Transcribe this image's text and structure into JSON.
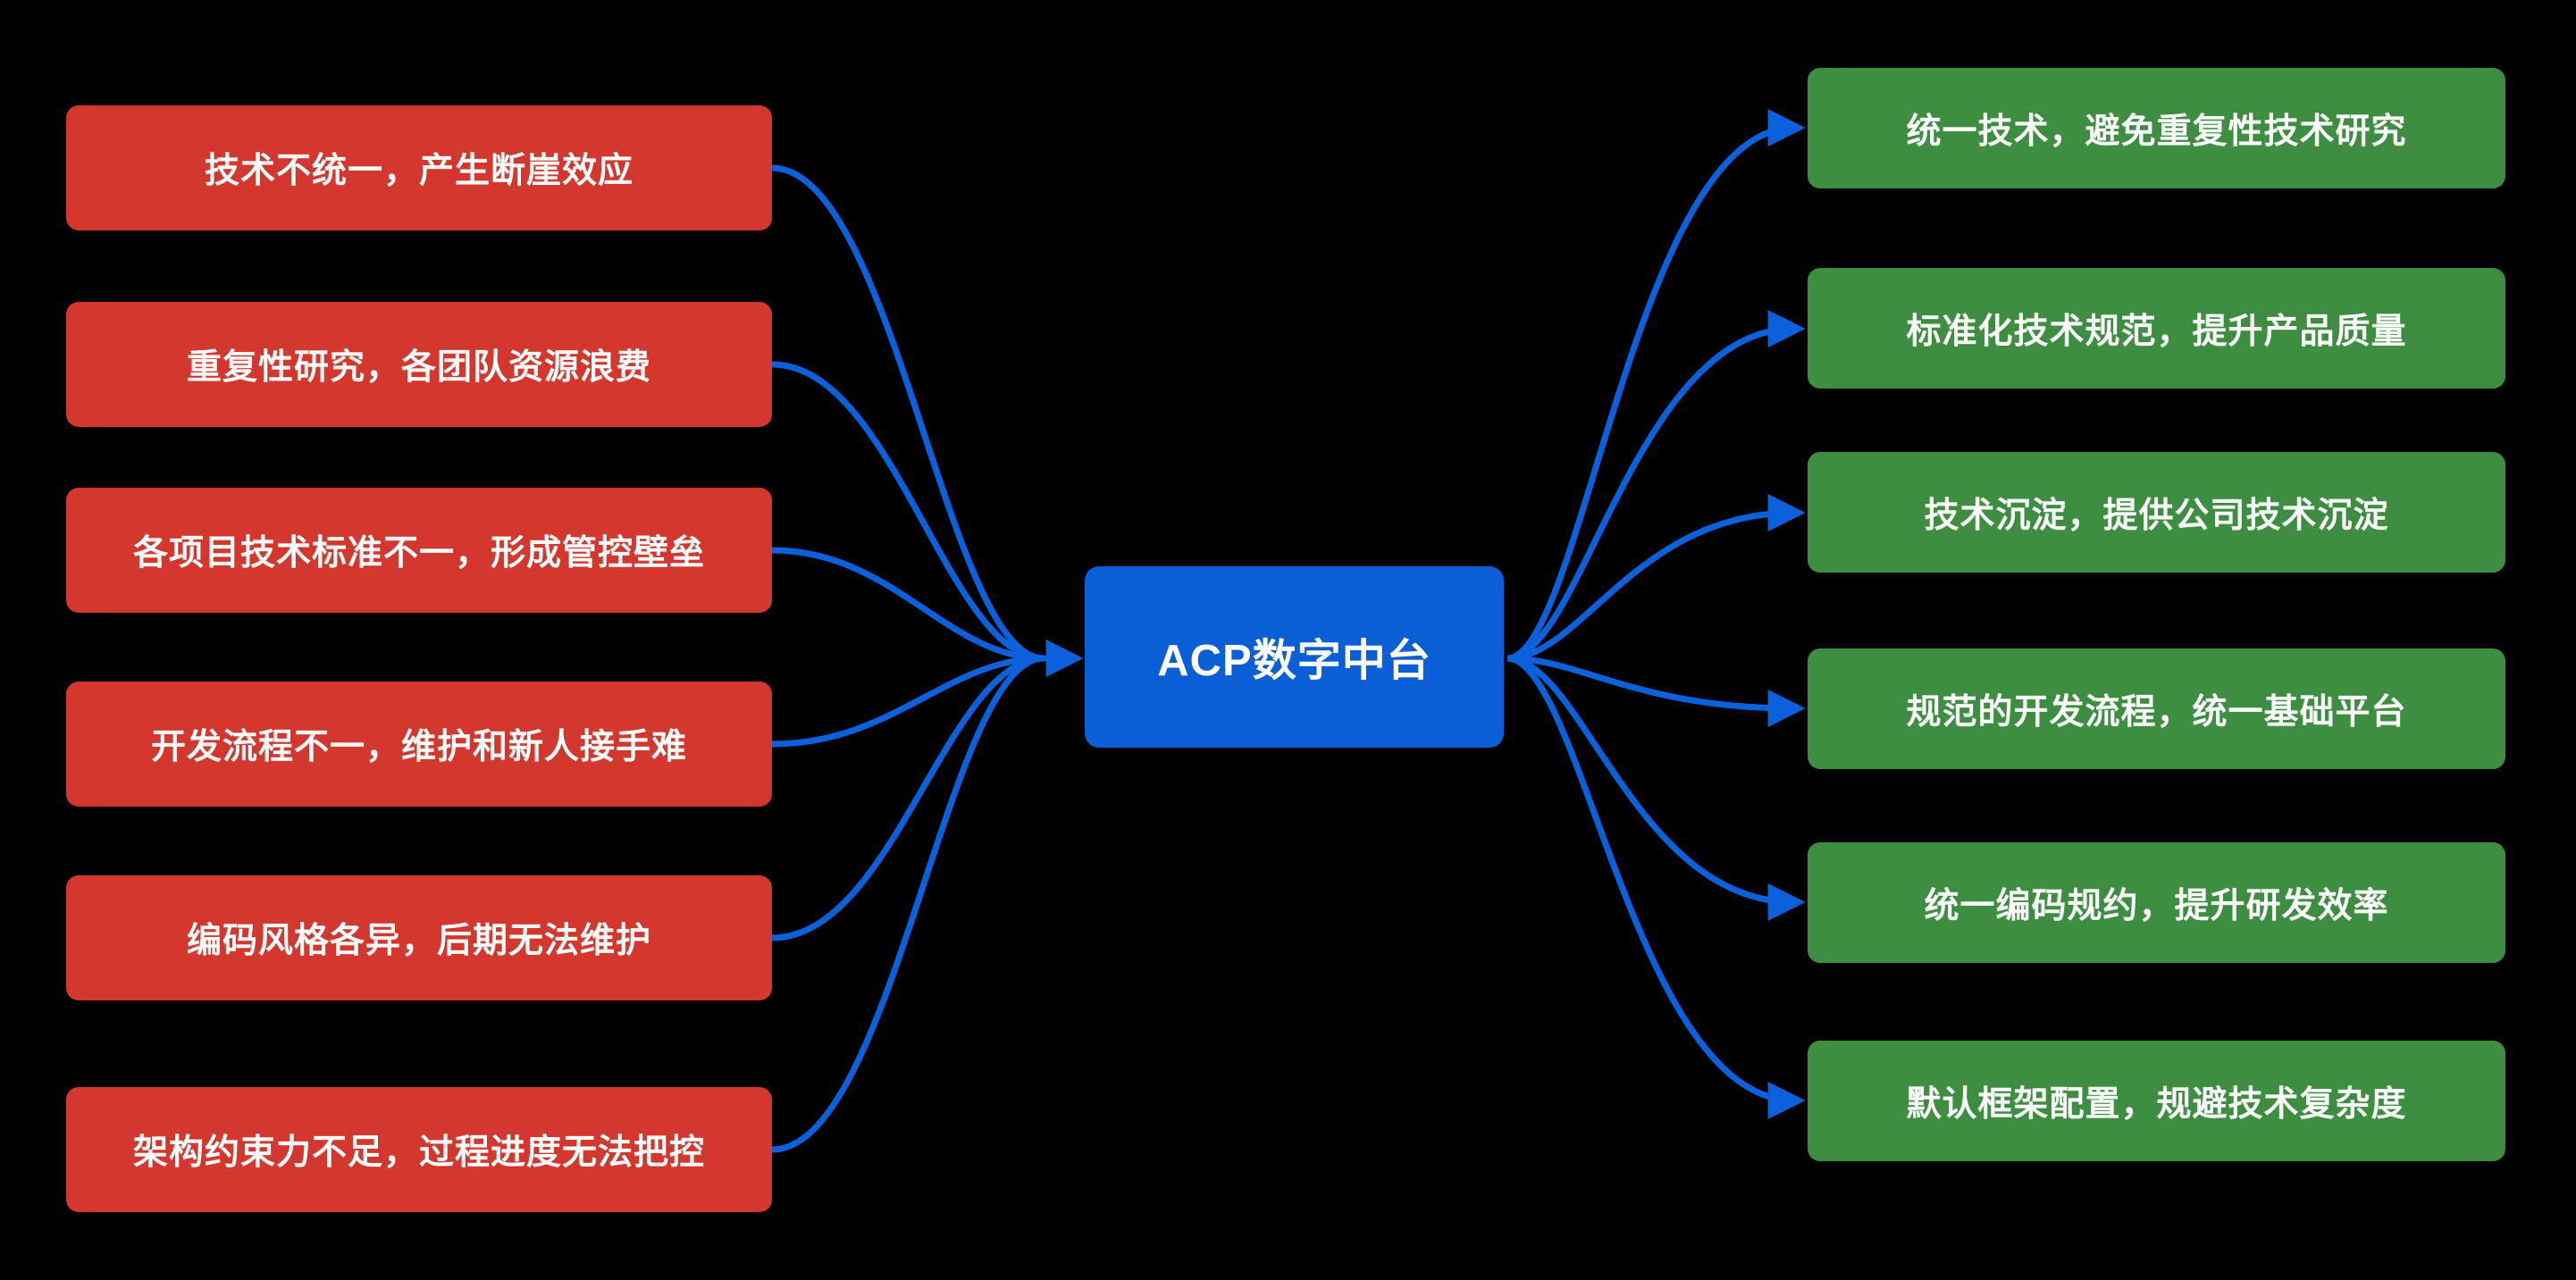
{
  "diagram": {
    "center": {
      "label": "ACP数字中台"
    },
    "problems": [
      {
        "label": "技术不统一，产生断崖效应"
      },
      {
        "label": "重复性研究，各团队资源浪费"
      },
      {
        "label": "各项目技术标准不一，形成管控壁垒"
      },
      {
        "label": "开发流程不一，维护和新人接手难"
      },
      {
        "label": "编码风格各异，后期无法维护"
      },
      {
        "label": "架构约束力不足，过程进度无法把控"
      }
    ],
    "solutions": [
      {
        "label": "统一技术，避免重复性技术研究"
      },
      {
        "label": "标准化技术规范，提升产品质量"
      },
      {
        "label": "技术沉淀，提供公司技术沉淀"
      },
      {
        "label": "规范的开发流程，统一基础平台"
      },
      {
        "label": "统一编码规约，提升研发效率"
      },
      {
        "label": "默认框架配置，规避技术复杂度"
      }
    ],
    "colors": {
      "problem_box": "#d4372e",
      "solution_box": "#3e8e41",
      "center_box": "#0a5ed6",
      "connector": "#0b61dc",
      "background": "#000000",
      "text": "#ffffff"
    }
  }
}
